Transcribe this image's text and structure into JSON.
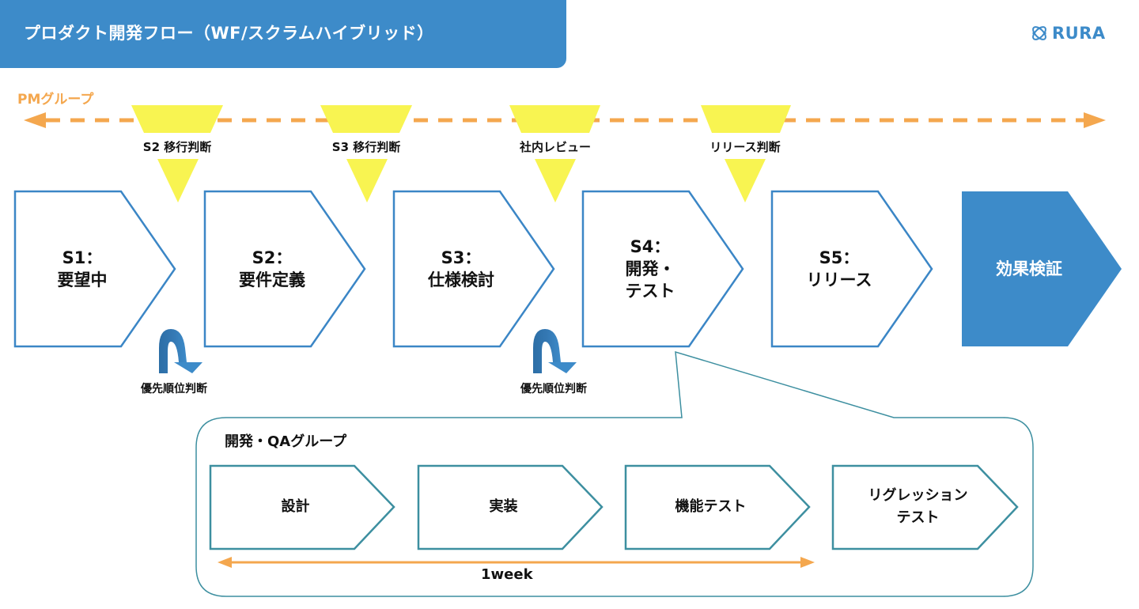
{
  "header": {
    "title": "プロダクト開発フロー（WF/スクラムハイブリッド）",
    "brand": "RURA",
    "brand_icon": "atom-icon"
  },
  "colors": {
    "primary_blue": "#3d8bc9",
    "stage_border": "#3b86c6",
    "sub_border": "#3d8fa0",
    "gate_yellow": "#f8f451",
    "pm_orange": "#f4a74e"
  },
  "pm_group": {
    "label": "PMグループ",
    "gates": [
      {
        "label": "S2 移行判断"
      },
      {
        "label": "S3 移行判断"
      },
      {
        "label": "社内レビュー"
      },
      {
        "label": "リリース判断"
      }
    ]
  },
  "stages": [
    {
      "code": "S1：",
      "name": "要望中"
    },
    {
      "code": "S2：",
      "name": "要件定義"
    },
    {
      "code": "S3：",
      "name": "仕様検討"
    },
    {
      "code": "S4：",
      "name": "開発・",
      "name2": "テスト"
    },
    {
      "code": "S5：",
      "name": "リリース"
    },
    {
      "code": "",
      "name": "効果検証",
      "highlighted": true
    }
  ],
  "priority_loops": [
    {
      "label": "優先順位判断"
    },
    {
      "label": "優先順位判断"
    }
  ],
  "dev_qa_group": {
    "label": "開発・QAグループ",
    "steps": [
      {
        "line1": "設計"
      },
      {
        "line1": "実装"
      },
      {
        "line1": "機能テスト"
      },
      {
        "line1": "リグレッション",
        "line2": "テスト"
      }
    ],
    "cycle_label": "1week"
  }
}
